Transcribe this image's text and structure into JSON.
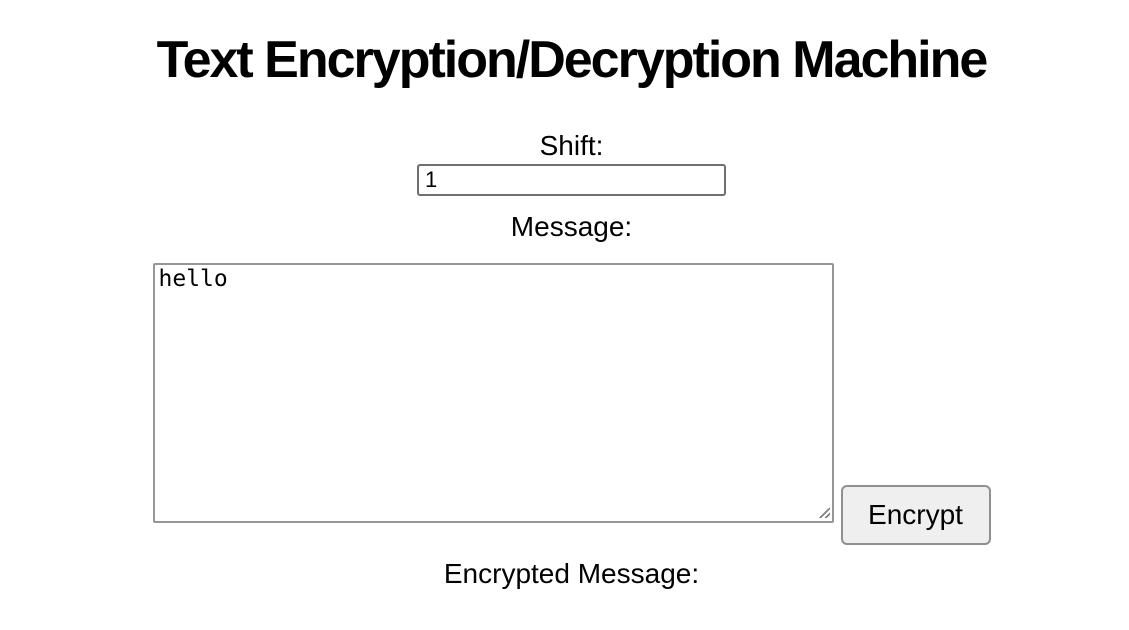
{
  "header": {
    "title": "Text Encryption/Decryption Machine"
  },
  "shift": {
    "label": "Shift:",
    "value": "1"
  },
  "message": {
    "label": "Message:",
    "value": "hello"
  },
  "actions": {
    "encrypt_label": "Encrypt"
  },
  "output": {
    "label": "Encrypted Message:"
  },
  "colors": {
    "background": "#ffffff",
    "text": "#000000",
    "button_background": "#efefef",
    "button_border": "#8f8f8f",
    "input_border": "#6f6f6f",
    "textarea_border": "#969696"
  }
}
